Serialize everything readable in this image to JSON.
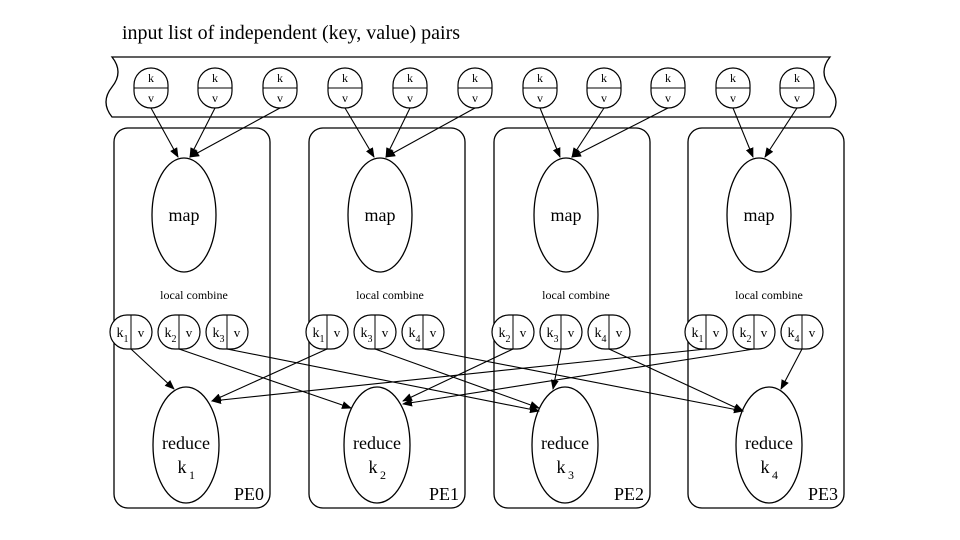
{
  "title": "input list of independent (key, value) pairs",
  "key_symbol": "k",
  "value_symbol": "v",
  "map_label": "map",
  "combine_label": "local combine",
  "reduce_label": "reduce",
  "pes": [
    {
      "label": "PE0",
      "combine_keys": [
        "1",
        "2",
        "3"
      ],
      "reduce_key": "1"
    },
    {
      "label": "PE1",
      "combine_keys": [
        "1",
        "3",
        "4"
      ],
      "reduce_key": "2"
    },
    {
      "label": "PE2",
      "combine_keys": [
        "2",
        "3",
        "4"
      ],
      "reduce_key": "3"
    },
    {
      "label": "PE3",
      "combine_keys": [
        "1",
        "2",
        "4"
      ],
      "reduce_key": "4"
    }
  ],
  "input_pairs_per_pe": [
    3,
    3,
    3,
    2
  ]
}
